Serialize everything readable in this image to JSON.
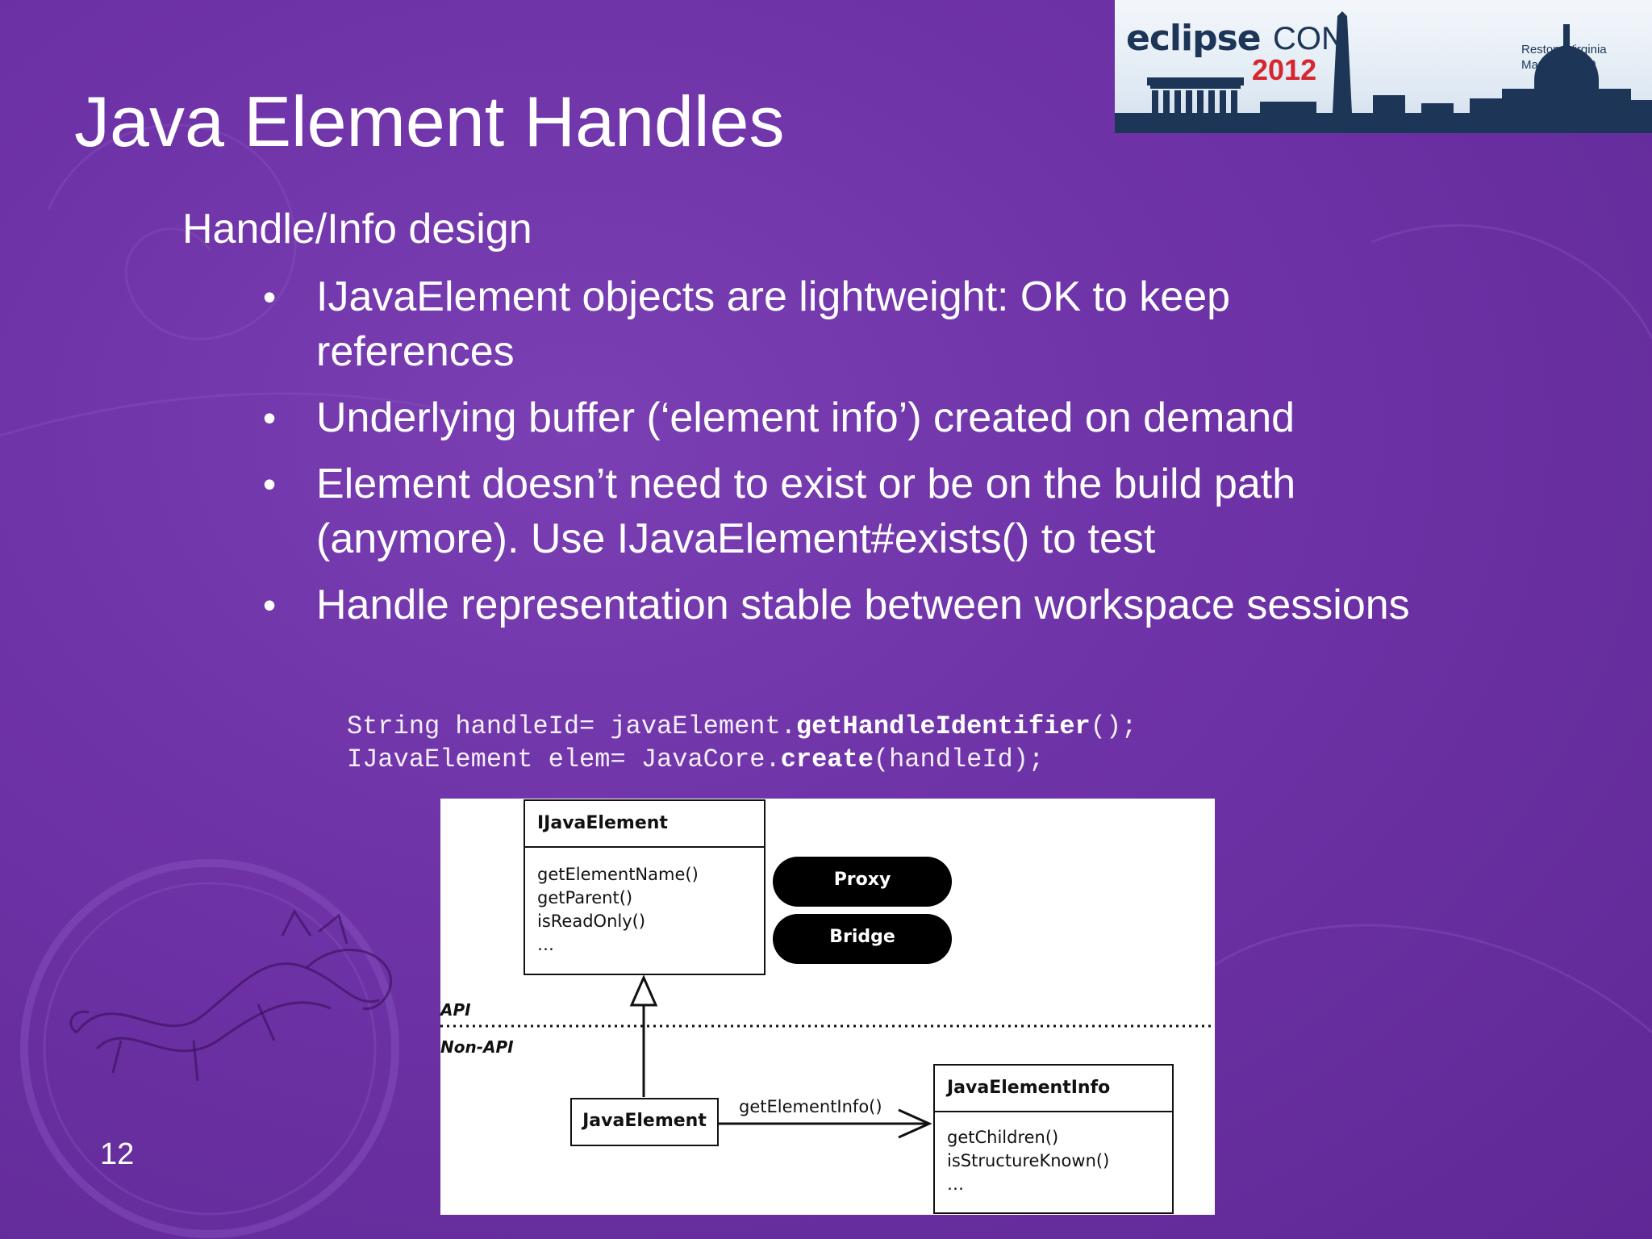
{
  "slide": {
    "title": "Java Element Handles",
    "subtitle": "Handle/Info design",
    "bullet_marker": "•",
    "bullets": [
      "IJavaElement objects are lightweight: OK to keep references",
      "Underlying buffer (‘element info’) created on demand",
      "Element doesn’t need to exist or be on the build path (anymore). Use IJavaElement#exists() to test",
      "Handle representation stable between workspace sessions"
    ],
    "code": {
      "line1_a": "String handleId= javaElement.",
      "line1_b": "getHandleIdentifier",
      "line1_c": "();",
      "line2_a": "IJavaElement elem= JavaCore.",
      "line2_b": "create",
      "line2_c": "(handleId);"
    },
    "page_number": "12"
  },
  "logo": {
    "eclipse": "eclipse",
    "con": "CON",
    "year": "2012",
    "location": "Reston, Virginia",
    "dates": "March 26 - 29"
  },
  "diagram": {
    "interface_box": {
      "name": "IJavaElement",
      "methods": [
        "getElementName()",
        "getParent()",
        "isReadOnly()",
        "…"
      ]
    },
    "patterns": [
      "Proxy",
      "Bridge"
    ],
    "api_label": "API",
    "non_api_label": "Non-API",
    "impl_box": {
      "name": "JavaElement"
    },
    "arrow_label": "getElementInfo()",
    "info_box": {
      "name": "JavaElementInfo",
      "methods": [
        "getChildren()",
        "isStructureKnown()",
        "…"
      ]
    }
  },
  "colors": {
    "background": "#6f33a8",
    "text": "#ffffff",
    "logo_navy": "#1d3658",
    "logo_red": "#d7262d"
  }
}
